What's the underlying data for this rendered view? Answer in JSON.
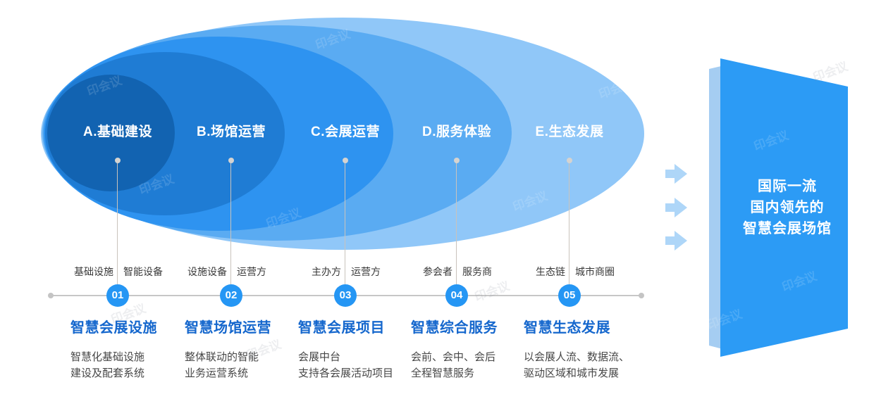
{
  "watermark": "印会议",
  "colors": {
    "heading_blue": "#1567cd",
    "tag_text": "#3a3a3a",
    "desc_text": "#474747",
    "axis_gray": "#c7c7c7",
    "connector_gray": "#c9c3bc"
  },
  "venn": {
    "rings": [
      {
        "label": "A.基础建设",
        "color": "#1263b1"
      },
      {
        "label": "B.场馆运营",
        "color": "#1f7cd4"
      },
      {
        "label": "C.会展运营",
        "color": "#2e93f0"
      },
      {
        "label": "D.服务体验",
        "color": "#5aabf2"
      },
      {
        "label": "E.生态发展",
        "color": "#90c7f8"
      }
    ]
  },
  "timeline": {
    "badge_color": "#2596f4",
    "steps": [
      {
        "num": "01",
        "left_tag": "基础设施",
        "right_tag": "智能设备",
        "title": "智慧会展设施",
        "desc_lines": [
          "智慧化基础设施",
          "建设及配套系统"
        ]
      },
      {
        "num": "02",
        "left_tag": "设施设备",
        "right_tag": "运营方",
        "title": "智慧场馆运营",
        "desc_lines": [
          "整体联动的智能",
          "业务运营系统"
        ]
      },
      {
        "num": "03",
        "left_tag": "主办方",
        "right_tag": "运营方",
        "title": "智慧会展项目",
        "desc_lines": [
          "会展中台",
          "支持各会展活动项目"
        ]
      },
      {
        "num": "04",
        "left_tag": "参会者",
        "right_tag": "服务商",
        "title": "智慧综合服务",
        "desc_lines": [
          "会前、会中、会后",
          "全程智慧服务"
        ]
      },
      {
        "num": "05",
        "left_tag": "生态链",
        "right_tag": "城市商圈",
        "title": "智慧生态发展",
        "desc_lines": [
          "以会展人流、数据流、",
          "驱动区域和城市发展"
        ]
      }
    ]
  },
  "flow_arrows": {
    "color": "#aed6f8",
    "count": 3
  },
  "goal_banner": {
    "front_color": "#2c9bf5",
    "back_color": "#a5cdf2",
    "lines": [
      "国际一流",
      "国内领先的",
      "智慧会展场馆"
    ]
  }
}
